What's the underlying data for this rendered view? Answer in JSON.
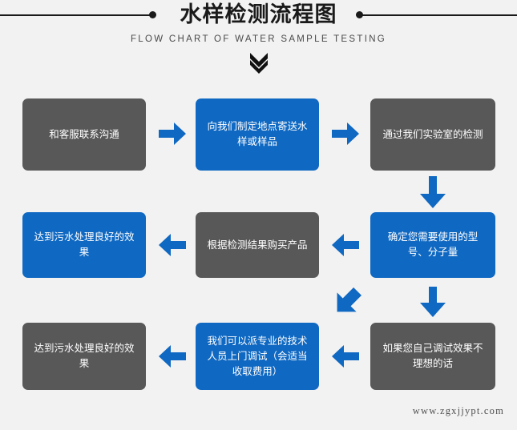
{
  "header": {
    "title": "水样检测流程图",
    "subtitle": "FLOW CHART OF WATER SAMPLE TESTING",
    "chevron_icon": "double-chevron-down-icon",
    "rule_color": "#1a1a1a"
  },
  "colors": {
    "background": "#f2f2f2",
    "gray_box": "#595859",
    "blue_box": "#0f68c2",
    "arrow": "#0f68c2",
    "title_text": "#1a1a1a",
    "box_text": "#ffffff"
  },
  "flow": {
    "steps": [
      {
        "id": "step-1",
        "label": "和客服联系沟通",
        "style": "gray",
        "row": 1,
        "col": 1
      },
      {
        "id": "step-2",
        "label": "向我们制定地点寄送水样或样品",
        "style": "blue",
        "row": 1,
        "col": 2
      },
      {
        "id": "step-3",
        "label": "通过我们实验室的检测",
        "style": "gray",
        "row": 1,
        "col": 3
      },
      {
        "id": "step-4",
        "label": "确定您需要使用的型号、分子量",
        "style": "blue",
        "row": 2,
        "col": 3
      },
      {
        "id": "step-5",
        "label": "根据检测结果购买产品",
        "style": "gray",
        "row": 2,
        "col": 2
      },
      {
        "id": "step-6",
        "label": "达到污水处理良好的效果",
        "style": "blue",
        "row": 2,
        "col": 1
      },
      {
        "id": "step-7",
        "label": "如果您自己调试效果不理想的话",
        "style": "gray",
        "row": 3,
        "col": 3
      },
      {
        "id": "step-8",
        "label": "我们可以派专业的技术人员上门调试（会适当收取费用）",
        "style": "blue",
        "row": 3,
        "col": 2
      },
      {
        "id": "step-9",
        "label": "达到污水处理良好的效果",
        "style": "gray",
        "row": 3,
        "col": 1
      }
    ],
    "connectors": [
      {
        "id": "arrow-r1-c1-c2",
        "direction": "right"
      },
      {
        "id": "arrow-r1-c2-c3",
        "direction": "right"
      },
      {
        "id": "arrow-c3-r1-r2",
        "direction": "down"
      },
      {
        "id": "arrow-r2-c3-c2",
        "direction": "left"
      },
      {
        "id": "arrow-r2-c2-c1",
        "direction": "left"
      },
      {
        "id": "arrow-r2-diagonal",
        "direction": "down-left"
      },
      {
        "id": "arrow-c3-r2-r3",
        "direction": "down"
      },
      {
        "id": "arrow-r3-c3-c2",
        "direction": "left"
      },
      {
        "id": "arrow-r3-c2-c1",
        "direction": "left"
      }
    ]
  },
  "watermark": {
    "text": "www.zgxjjypt.com"
  }
}
